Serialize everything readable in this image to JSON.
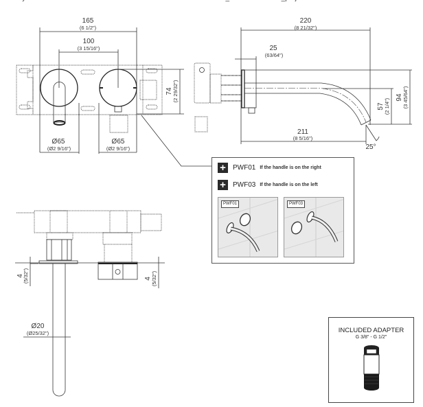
{
  "front_view": {
    "dims": {
      "overall_width": {
        "mm": "165",
        "inch": "(6 1/2\")"
      },
      "center_distance": {
        "mm": "100",
        "inch": "(3 15/16\")"
      },
      "height": {
        "mm": "74",
        "inch": "(2 29/32\")"
      },
      "spout_plate_dia": {
        "mm": "Ø65",
        "inch": "(Ø2 9/16\")"
      },
      "handle_plate_dia": {
        "mm": "Ø65",
        "inch": "(Ø2 9/16\")"
      }
    }
  },
  "side_view": {
    "dims": {
      "overall_projection": {
        "mm": "220",
        "inch": "(8 21/32\")"
      },
      "plate_depth": {
        "mm": "25",
        "inch": "(63/64\")"
      },
      "spout_reach": {
        "mm": "211",
        "inch": "(8 5/16\")"
      },
      "spout_drop": {
        "mm": "57",
        "inch": "(2 1/4\")"
      },
      "total_drop": {
        "mm": "94",
        "inch": "(3 45/64\")"
      },
      "outlet_angle": "25°"
    }
  },
  "top_view": {
    "dims": {
      "spout_plate_thickness": {
        "mm": "4",
        "inch": "(5/32\")"
      },
      "handle_plate_thickness": {
        "mm": "4",
        "inch": "(5/32\")"
      },
      "spout_dia": {
        "mm": "Ø20",
        "inch": "(Ø25/32\")"
      }
    }
  },
  "options": {
    "items": [
      {
        "code": "PWF01",
        "description": "If the handle is on the right",
        "icon": "plus-icon"
      },
      {
        "code": "PWF03",
        "description": "If the handle is on the left",
        "icon": "plus-icon"
      }
    ],
    "thumbnails": [
      {
        "tag": "PWF01",
        "handle_side": "right"
      },
      {
        "tag": "PWF03",
        "handle_side": "left"
      }
    ]
  },
  "adapter": {
    "title": "INCLUDED ADAPTER",
    "spec": "G 3/8\" - G 1/2\""
  }
}
